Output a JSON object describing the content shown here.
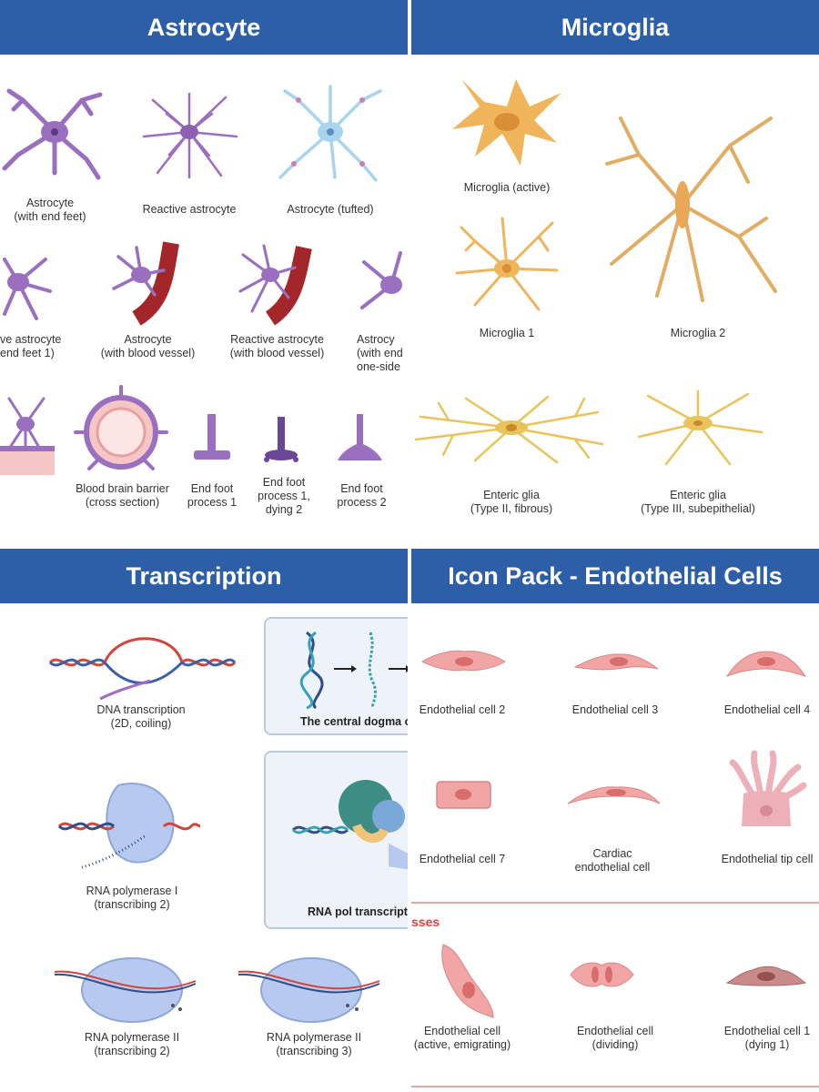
{
  "panels": {
    "astrocyte": {
      "title": "Astrocyte",
      "items": [
        "Astrocyte\n(with end feet)",
        "Reactive astrocyte",
        "Astrocyte (tufted)",
        "ve astrocyte\n end feet 1)",
        "Astrocyte\n(with blood vessel)",
        "Reactive astrocyte\n(with blood vessel)",
        "Astrocy\n(with end\none-side",
        "Blood brain barrier\n(cross section)",
        "End foot\nprocess 1",
        "End foot\nprocess 1,\ndying 2",
        "End foot\nprocess 2"
      ]
    },
    "microglia": {
      "title": "Microglia",
      "items": [
        "Microglia (active)",
        "Microglia 1",
        "Microglia 2",
        "Enteric glia\n(Type II, fibrous)",
        "Enteric glia\n(Type III, subepithelial)"
      ]
    },
    "transcription": {
      "title": "Transcription",
      "items": [
        "DNA transcription\n(2D, coiling)",
        "The central dogma o",
        "RNA polymerase I\n(transcribing 2)",
        "RNA pol transcripti",
        "RNA polymerase II\n(transcribing 2)",
        "RNA polymerase II\n(transcribing 3)"
      ]
    },
    "endothelial": {
      "title": "Icon Pack - Endothelial Cells",
      "section_label": "sses",
      "items": [
        "Endothelial cell 2",
        "Endothelial cell 3",
        "Endothelial cell 4",
        "Endothelial cell 7",
        "Cardiac\nendothelial cell",
        "Endothelial tip cell",
        "Endothelial cell\n(active, emigrating)",
        "Endothelial cell\n(dividing)",
        "Endothelial cell 1\n(dying 1)"
      ]
    }
  },
  "colors": {
    "banner": "#2d5fa8",
    "astrocyte": "#9b6fc0",
    "astrocyte_light": "#a9d4ee",
    "vessel": "#a2262a",
    "microglia": "#f0b45b",
    "enteric": "#e8c45a",
    "dna_red": "#d2453c",
    "dna_blue": "#3b5fa8",
    "polymerase": "#b7c9ee",
    "endothelial": "#f2a5a5",
    "section_accent": "#d64545"
  }
}
